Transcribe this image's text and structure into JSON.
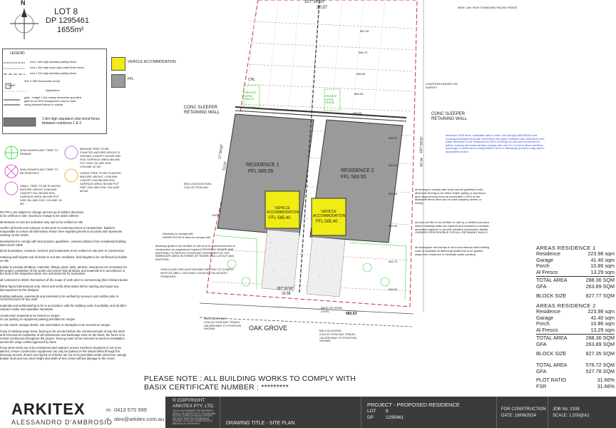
{
  "header": {
    "north": "N",
    "lot": "LOT 8",
    "dp": "DP 1295461",
    "area": "1655m²"
  },
  "legend": {
    "title": "LEGEND",
    "fence_items": [
      "new 1.8m high standard paling fence",
      "new 1.5m high open style paint finish fence",
      "new 1.2m high standard paling fence"
    ],
    "sump": "300 X 300 stormwater sump",
    "sump_short": "SUMP",
    "city_line": "city/lineline",
    "gate_note": "gate - height 1.5m unless otherwise specified gate to be 20% transparent must be built using dressed timber or similar",
    "colorbond": "1.8m high standard color bond fence between residence 1 & 2",
    "vehicle_accommodation": "VEHICLE ACCOMMODATION",
    "ffl": "FFL"
  },
  "trees": [
    "NON SIGNIFICANT TREE TO REMAIN",
    "NON SIGNIFICANT TREE TO BE REMOVED",
    "SMALL TREE TO BE PLANTED MATURE HEIGHT 5-8M MIN CANOPY DIA 4M MIN SOIL SURFACE AREA 3M MIN POT SIZE 45L MIN SOIL VOLUME 18 M3",
    "MEDIUM TREE TO BE PLANTED MATURE HEIGHT 8-12M MIN CANOPY DIA 6M MIN SOIL SURFACE AREA 5M MIN POT SIZE 75L MIN SOIL VOLUME 42 M3",
    "LARGE TREE TO BE PLANTED MATURE HEIGHT >12M MIN CANOPY DIA 8M MIN SOIL SURFACE AREA 7M MIN POT SIZE 100L MIN SOIL VOLUME 85 M3"
  ],
  "general_notes": [
    "the FFL's are subject to change and are up to builder discretion",
    "to be verified on site, maximum change to be under 100mm",
    "dimensions at cuts are indicative only and to be verified on site",
    "confirm all levels and contours on site prior to commencement of construction. builder's responsible to ensure all information shown here regarding levels is accurate and represents existing on site levels.",
    "development to comply with best practice guidelines - prevent pollution from residential building sites march 2006",
    "block boundaries, contours, services and easements to be verified on site prior to construction",
    "retaining wall heights and all levels to suit site conditions. final heights to be confirmed by builder on site",
    "builder to provide all labour, materials, fittings, plant, tools, permits, insurances etc necessary for the proper completion of the works and ensure that all labour and materials is in accordance to the best of the respective kinds. see inclusions list for exclusions",
    "all contractor to inform themselves of the scope of work prior to commencing their relevant duties",
    "follow figured dimensions only. check and verify dimensions before starting and report any discrepancies to the designer",
    "building setbacks, easements and elements to be verified by surveyor and certifier prior to commencement of any work",
    "materials and workmanship to be in accordance with the building code of australia, and all other relevant codes and australian standards",
    "construction materials to be stored on verges",
    "no car parking or equipment parking permitted on verges",
    "no site sheds, storage sheds, site ammenities or stockpiles to be erected on verges",
    "if any of existing verge trees, fencing to be erected before the commencement of any site work and removed at completion of all construction and landscape work on the block. the fence is to remain continuous throughout the project. fencing must not be removed or services installation across the verge unless approved by tams",
    "if any street trees are to be maintained and watered, ensure minimum clearance is not to be altered, ensure construction equipment can only be parked on the lowest limbs through the driveway access. drivers and speed of vehicles are not to be permitted under street tree canopy. builder must and can clear height and width of tree crown without damage to the crown"
  ],
  "plan": {
    "top_bearing": "107°26'00\"",
    "top_dist": "30.57",
    "bottom_bearing": "287°26'00\"",
    "bottom_dist": "30.58",
    "left_bearing": "17°26'00\"",
    "left_dist": "53.97",
    "right_bearing": "197°26'00\"",
    "right_dist": "54.34",
    "residence1": "RESIDENCE 1",
    "residence1_ffl": "FFL 585.55",
    "residence2": "RESIDENCE 2",
    "residence2_ffl": "FFL 583.55",
    "va1": "VEHICLE ACCOMMODATION",
    "va1_ffl": "FFL 585.40",
    "va2": "VEHICLE ACCOMMODATION",
    "va2_ffl": "FFL 585.40",
    "private_open_space": "PRIVATE OPEN SPACE",
    "chl": "CHL",
    "gate": "GATE",
    "street": "OAK GROVE",
    "back_of_kerb": "BACK OF KERB LEVEL",
    "contour_labels": [
      "587.00",
      "586.75",
      "586.50",
      "586.25",
      "586.00",
      "585.75",
      "585.50",
      "585.25",
      "585.00",
      "584.75",
      "584.50"
    ],
    "road_level": "583.53"
  },
  "annotations": {
    "fence_top": "NEW 1.8m HIGH STANDARD PALING FENCE",
    "contours": "CONTOURS BASED ON SURVEY",
    "conc1": "CONC SLEEPER RETAINING WALL",
    "conc2": "CONC SLEEPER RETAINING WALL",
    "bin1": "BIN LOCATION NON-COLLECTION DAY",
    "bin_collect1": "BIN LOCATIONS COLLECTION DAY TRAVEL VIA DRIVWAY TO POSITION SHOWN",
    "bin_collect2": "BIN LOCATIONS COLLECTION DAY TRAVEL VIA DRIVWAY TO POSITION SHOWN",
    "driveway": "Driveway to comply with DA/DEL/DC/02 & tams to comply with",
    "driveway_note": "driveway grade to be verified on site prior to commencement of construction as engineered required DRIVEWAY SHAPE AND MATERIAL TO REFLECT EXISTING DRIVEWAYS IN THE IMMEDIATE AREA IN TERMS OF SHAPE AND LAYOUT AND MATERIAL",
    "vehicular": "VEHICULAR CIRCULATION AND PARKING TO COMPLY WITH AS 2890.1 2004 AND COUNCIL'S ALLEGATIC STANDARD",
    "blue_note": "minimum 3000 litres, rainwater tank to each unit comply with WSUD and housing development guide 3000 litres min water retention and 3000 litres min water detention to be connected to 50% of 25sqm of roof and connected to toilets, laundry and external taps comply with rule 5.1.11 fall to allow overflow discharge to street and is sequential to an in in discharge pump to a tap and in acceptable at end",
    "fencing_note": "all fencing to comply with local council guidelines inter-allotment fencing to be either timber paling or colorbond grey ridge fencing must be permeable (>20% of the allowable fence area can be solid masonry, timber or metal)",
    "cuts_note": "all cuts and fills to be verified on site by a certified surveyor where retaining walls are required and included in contract, structural engineer to provide detailed construction details OWNERS RESPONSIBLE FOR ALL RETAINING WALLS",
    "downpipes_note": "all downpipes and sumps to be in accordance with building code of australia all altered groundlevels to be graded away from residence to eliminate water ponding"
  },
  "areas": {
    "residence1": {
      "title": "AREAS RESIDENCE 1",
      "rows": [
        {
          "label": "Residence",
          "value": "223.98 sqm"
        },
        {
          "label": "Garage",
          "value": "41.40 sqm"
        },
        {
          "label": "Porch",
          "value": "10.86 sqm"
        },
        {
          "label": "Al Fresco",
          "value": "13.29 sqm"
        }
      ],
      "total_label": "TOTAL AREA",
      "total_value": "288.36 SQM",
      "gfa_label": "GFA",
      "gfa_value": "263.89 SQM",
      "block_label": "BLOCK SIZE",
      "block_value": "827.77 SQM"
    },
    "residence2": {
      "title": "AREAS RESIDENCE 2",
      "rows": [
        {
          "label": "Residence",
          "value": "223.98 sqm"
        },
        {
          "label": "Garage",
          "value": "41.40 sqm"
        },
        {
          "label": "Porch",
          "value": "10.86 sqm"
        },
        {
          "label": "Al Fresco",
          "value": "13.29 sqm"
        }
      ],
      "total_label": "TOTAL AREA",
      "total_value": "288.36 SQM",
      "gfa_label": "GFA",
      "gfa_value": "263.89 SQM",
      "block_label": "BLOCK SIZE",
      "block_value": "827.35 SQM"
    },
    "combined": {
      "total_label": "TOTAL AREA",
      "total_value": "576.72 SQM",
      "gfa_label": "GFA",
      "gfa_value": "527.78 SQM",
      "plot_label": "PLOT RATIO",
      "plot_value": "31.66%",
      "fsr_label": "FSR",
      "fsr_value": "31.66%"
    }
  },
  "notice": {
    "line1": "PLEASE NOTE :  ALL BUILDING WORKS TO COMPLY WITH",
    "line2": "BASIX CERTIFICATE NUMBER : *********"
  },
  "titleblock": {
    "brand": "ARKITEX",
    "designer": "ALESSANDRO D'AMBROSIO",
    "phone_label": "m",
    "phone": "0413 570 599",
    "email_label": "e",
    "email": "alex@arkitex.com.au",
    "copyright_title": "© COPYRIGHT",
    "copyright_company": "ARKITEX PTY. LTD.",
    "copyright_text": "THIS PLAN REMAINS THE PROPERTY SOLELY OF ARKITEX PTY LTD AND MAY NOT BE COPIED IN WHOLE OR PART WITHOUT WRITTEN PERMISSION. FAILURE TO DO SO CONSTITUTES A BREACH OF COPYRIGHT",
    "drawing_title": "DRAWING TITLE - SITE PLAN",
    "project": "PROJECT - PROPOSED RESIDENCE",
    "lot_label": "LOT",
    "lot_value": "8",
    "dp_label": "DP",
    "dp_value": "1295461",
    "status": "FOR CONSTRUCTION",
    "date": "DATE: 19/08/2024",
    "job": "JOB No: 2108",
    "scale": "SCALE: 1:200@A2"
  }
}
